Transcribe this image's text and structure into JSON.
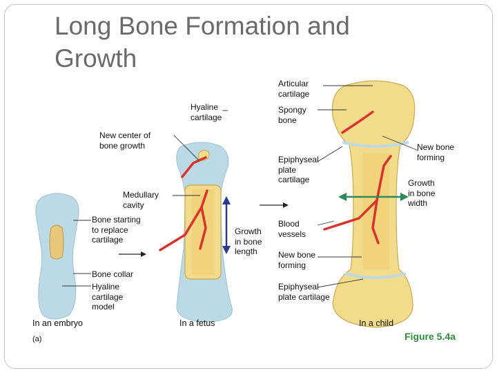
{
  "title": "Long Bone Formation and Growth",
  "labels": {
    "articular_cartilage": "Articular\ncartilage",
    "hyaline_cartilage": "Hyaline\ncartilage",
    "spongy_bone": "Spongy\nbone",
    "new_center": "New center of\nbone growth",
    "new_bone_forming_top": "New bone\nforming",
    "epiphyseal_plate_cartilage_top": "Epiphyseal\nplate\ncartilage",
    "growth_width": "Growth\nin bone\nwidth",
    "medullary_cavity": "Medullary\ncavity",
    "bone_starting": "Bone starting\nto replace\ncartilage",
    "blood_vessels": "Blood\nvessels",
    "growth_length": "Growth\nin bone\nlength",
    "new_bone_forming_bottom": "New bone\nforming",
    "bone_collar": "Bone collar",
    "hyaline_cartilage_model": "Hyaline\ncartilage\nmodel",
    "epiphyseal_plate_cartilage_bottom": "Epiphyseal\nplate cartilage"
  },
  "stages": {
    "embryo": "In an embryo",
    "fetus": "In a fetus",
    "child": "In a child"
  },
  "panel_label": "(a)",
  "caption": "Figure 5.4a",
  "colors": {
    "cartilage": "#bcd9e6",
    "bone": "#f2dc8c",
    "vessel": "#d9342b",
    "length_arrow": "#2a3a8c",
    "width_arrow": "#2e8b57",
    "caption": "#2e8b3c"
  }
}
